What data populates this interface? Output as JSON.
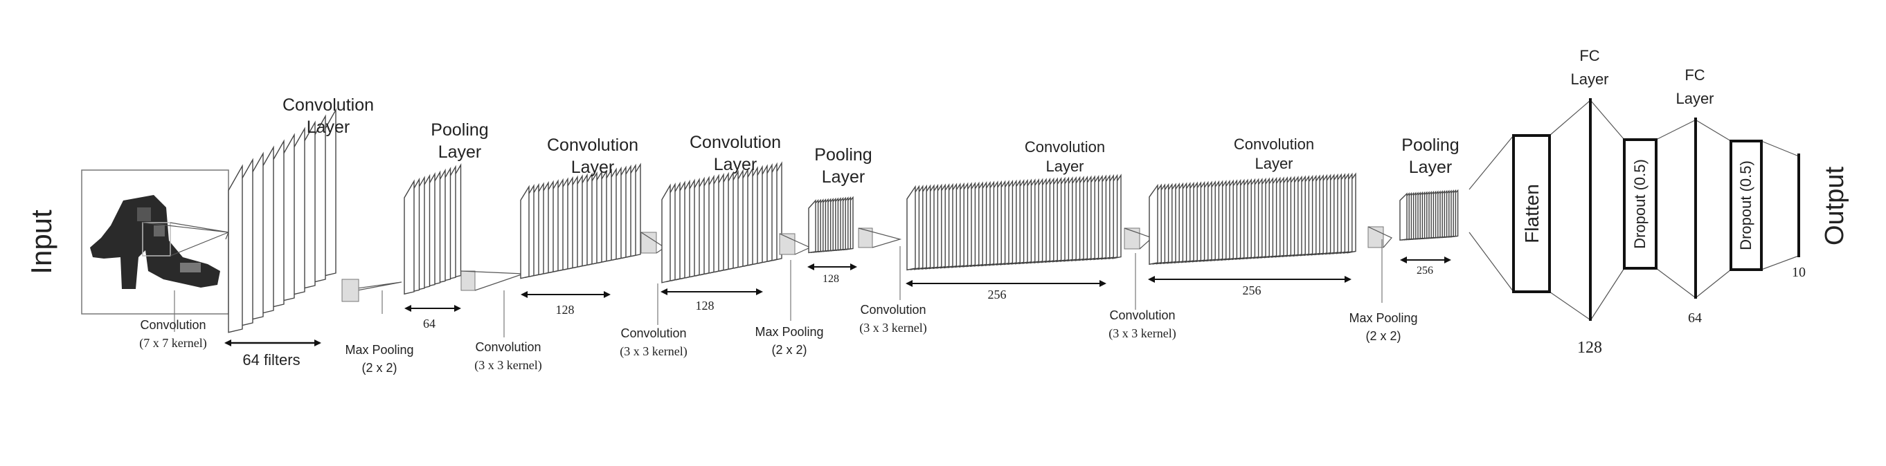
{
  "input": {
    "label": "Input"
  },
  "output": {
    "label": "Output",
    "units": "10"
  },
  "layers": [
    {
      "id": "conv1",
      "title": [
        "Convolution",
        "Layer"
      ],
      "size": "64 filters",
      "kernel": [
        "Convolution",
        "(7 x 7 kernel)"
      ]
    },
    {
      "id": "pool1",
      "title": [
        "Pooling",
        "Layer"
      ],
      "size": "64",
      "kernel": [
        "Max Pooling",
        "(2 x 2)"
      ]
    },
    {
      "id": "conv2",
      "title": [
        "Convolution",
        "Layer"
      ],
      "size": "128",
      "kernel": [
        "Convolution",
        "(3 x 3  kernel)"
      ]
    },
    {
      "id": "conv3",
      "title": [
        "Convolution",
        "Layer"
      ],
      "size": "128",
      "kernel": [
        "Convolution",
        "(3 x 3  kernel)"
      ]
    },
    {
      "id": "pool2",
      "title": [
        "Pooling",
        "Layer"
      ],
      "size": "128",
      "kernel": [
        "Max Pooling",
        "(2 x 2)"
      ]
    },
    {
      "id": "conv4",
      "title": [
        "Convolution",
        "Layer"
      ],
      "size": "256",
      "kernel": [
        "Convolution",
        "(3 x 3  kernel)"
      ]
    },
    {
      "id": "conv5",
      "title": [
        "Convolution",
        "Layer"
      ],
      "size": "256",
      "kernel": [
        "Convolution",
        "(3 x 3  kernel)"
      ]
    },
    {
      "id": "pool3",
      "title": [
        "Pooling",
        "Layer"
      ],
      "size": "256",
      "kernel": [
        "Max Pooling",
        "(2 x 2)"
      ]
    }
  ],
  "dense": {
    "flatten": "Flatten",
    "fc1": {
      "title": [
        "FC",
        "Layer"
      ],
      "units": "128"
    },
    "dropout1": "Dropout (0.5)",
    "fc2": {
      "title": [
        "FC",
        "Layer"
      ],
      "units": "64"
    },
    "dropout2": "Dropout (0.5)"
  }
}
